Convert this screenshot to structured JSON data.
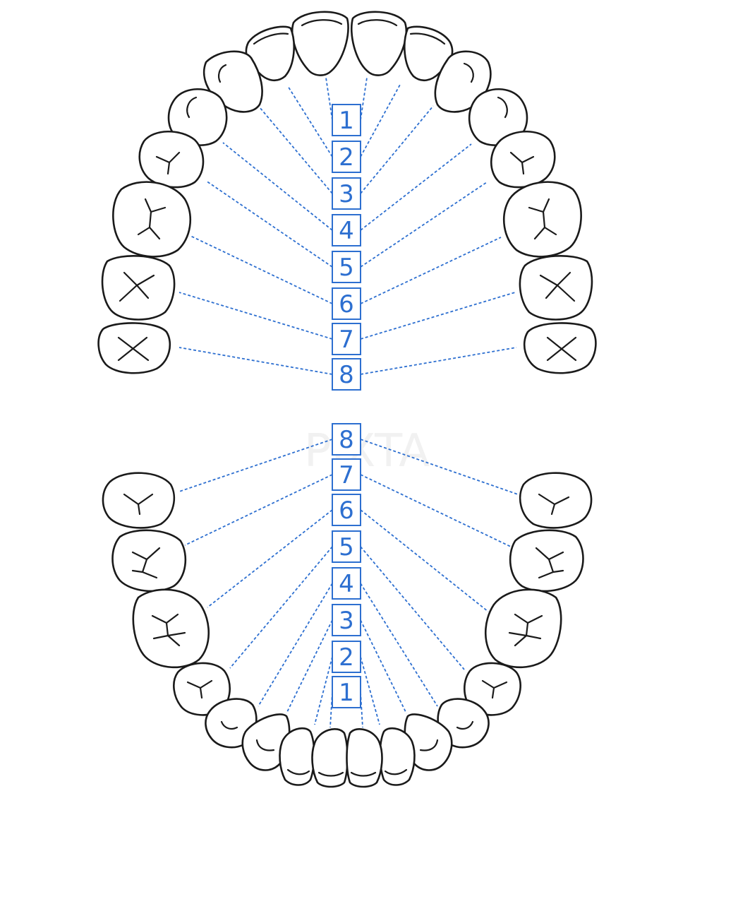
{
  "upper_arch_numbers": [
    "1",
    "2",
    "3",
    "4",
    "5",
    "6",
    "7",
    "8"
  ],
  "lower_arch_numbers": [
    "8",
    "7",
    "6",
    "5",
    "4",
    "3",
    "2",
    "1"
  ],
  "colors": {
    "leader": "#2d6fd0",
    "outline": "#1a1a1a",
    "background": "#ffffff"
  }
}
